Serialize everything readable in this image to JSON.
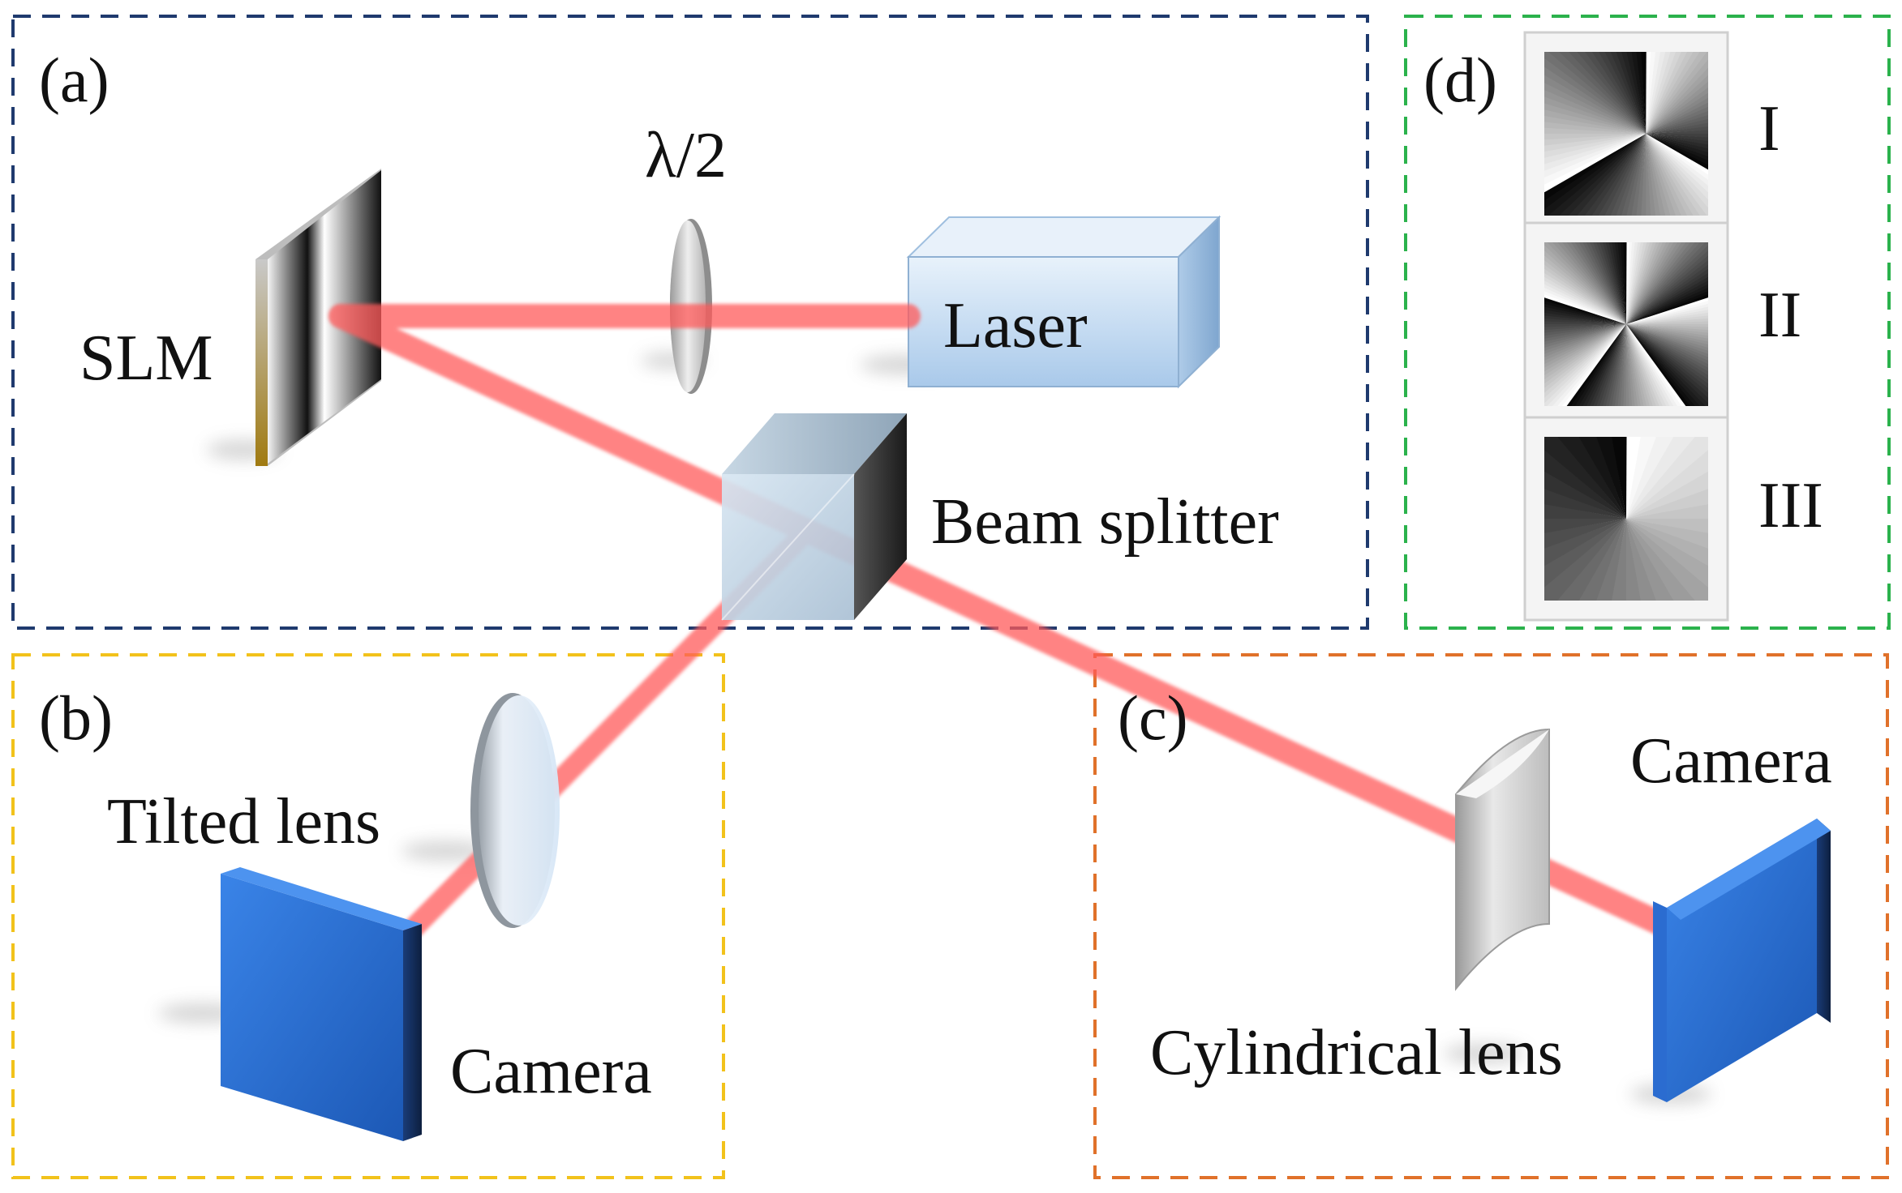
{
  "panels": {
    "a": {
      "label": "(a)",
      "color": "#1f3a6e"
    },
    "b": {
      "label": "(b)",
      "color": "#f2c21b"
    },
    "c": {
      "label": "(c)",
      "color": "#e0712a"
    },
    "d": {
      "label": "(d)",
      "color": "#2bb24c"
    }
  },
  "components": {
    "slm": "SLM",
    "half_wave_plate": "λ/2",
    "laser": "Laser",
    "beam_splitter": "Beam splitter",
    "tilted_lens": "Tilted lens",
    "camera_b": "Camera",
    "camera_c": "Camera",
    "cylindrical_lens": "Cylindrical lens"
  },
  "phase_masks": [
    "I",
    "II",
    "III"
  ],
  "colors": {
    "beam": "#ff5a5a",
    "camera": "#2a6fd1",
    "laser_box": "#cfe3f7"
  }
}
